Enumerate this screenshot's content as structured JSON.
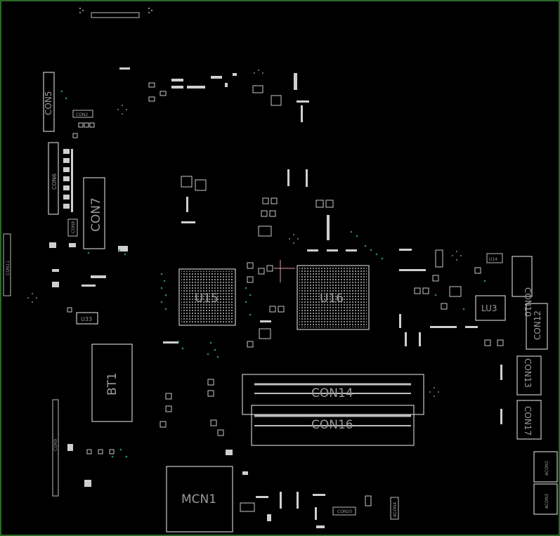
{
  "labels": {
    "u15": "U15",
    "u16": "U16",
    "con5": "CON5",
    "con6": "CON6",
    "con7": "CON7",
    "con2": "CON2",
    "con8": "CON8",
    "con11": "CON11",
    "con10": "CON10",
    "con12": "CON12",
    "con13": "CON13",
    "con14": "CON14",
    "con16": "CON16",
    "con17": "CON17",
    "con9": "CON9",
    "con20": "CON20",
    "acon2": "ACON2",
    "acon3": "ACON3",
    "acon4": "ACON4",
    "lu3": "LU3",
    "u14": "U14",
    "u33": "U33",
    "bt1": "BT1",
    "mcn1": "MCN1"
  },
  "colors": {
    "background": "#000000",
    "outline": "#c8c8c8",
    "label": "#9a9a9a",
    "via": "#2e8b6a",
    "marker": "#d8a0a0"
  }
}
